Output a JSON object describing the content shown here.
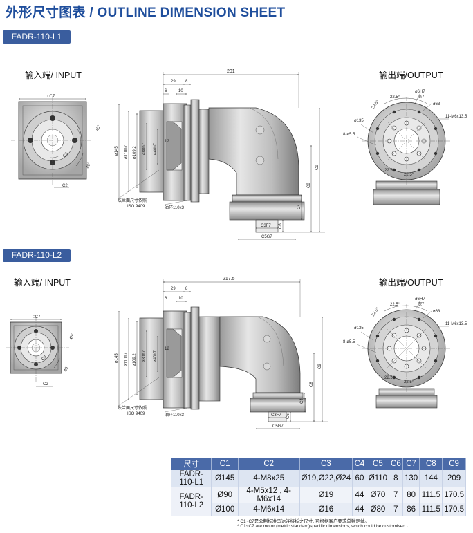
{
  "page": {
    "title": "外形尺寸图表 / OUTLINE DIMENSION SHEET"
  },
  "section1": {
    "tag": "FADR-110-L1",
    "input_label": "输入端/ INPUT",
    "output_label": "输出端/OUTPUT",
    "input_view": {
      "c7": "□C7",
      "c3": "C3",
      "c2": "C2",
      "a45": "45°",
      "a45b": "45°"
    },
    "side_view": {
      "d201": "201",
      "d29": "29",
      "d8": "8",
      "d6": "6",
      "d10": "10",
      "d145": "ø145",
      "d110": "ø110h7",
      "d109": "ø109.2",
      "d80": "ø80h7",
      "d40": "ø40h7",
      "d12": "12",
      "c9": "C9",
      "c8": "C8",
      "c4": "C4",
      "c6": "C6",
      "c3f": "C3F7",
      "c5": "C5G7",
      "flange_note1": "法兰面尺寸依照",
      "flange_note2": "ISO 9409",
      "oring": "油环110x3"
    },
    "output_view": {
      "a225a": "22.5°",
      "a225b": "22.5°",
      "a225c": "22.5°",
      "a225d": "22.5°",
      "d6h": "ø6H7",
      "depth": "深7",
      "d63": "ø63",
      "d135": "ø135",
      "holes": "8-ø5.5",
      "thread": "11-M6x13.5"
    }
  },
  "section2": {
    "tag": "FADR-110-L2",
    "input_label": "输入端/ INPUT",
    "output_label": "输出端/OUTPUT",
    "input_view": {
      "c7": "□C7",
      "c3": "C3",
      "c2": "C2",
      "a45": "45°",
      "a45b": "45°"
    },
    "side_view": {
      "d201": "217.5",
      "d29": "29",
      "d8": "8",
      "d6": "6",
      "d10": "10",
      "d145": "ø145",
      "d110": "ø110h7",
      "d109": "ø109.2",
      "d80": "ø80h7",
      "d40": "ø40h7",
      "d12": "12",
      "c9": "C9",
      "c8": "C8",
      "c4": "C4",
      "c6": "C6",
      "c3f": "C3F7",
      "c5": "C5G7",
      "flange_note1": "法兰面尺寸依照",
      "flange_note2": "ISO 9409",
      "oring": "油环110x3"
    },
    "output_view": {
      "a225a": "22.5°",
      "a225b": "22.5°",
      "a225c": "22.5°",
      "a225d": "22.5°",
      "d6h": "ø6H7",
      "depth": "深7",
      "d63": "ø63",
      "d135": "ø135",
      "holes": "8-ø5.5",
      "thread": "11-M6x13.5"
    }
  },
  "table": {
    "headers": [
      "尺寸",
      "C1",
      "C2",
      "C3",
      "C4",
      "C5",
      "C6",
      "C7",
      "C8",
      "C9"
    ],
    "row1": {
      "model": "FADR-110-L1",
      "c1": "Ø145",
      "c2": "4-M8x25",
      "c3": "Ø19,Ø22,Ø24",
      "c4": "60",
      "c5": "Ø110",
      "c6": "8",
      "c7": "130",
      "c8": "144",
      "c9": "209"
    },
    "row2": {
      "model": "FADR-110-L2",
      "c1": "Ø90",
      "c2": "4-M5x12 , 4-M6x14",
      "c3": "Ø19",
      "c4": "44",
      "c5": "Ø70",
      "c6": "7",
      "c7": "80",
      "c8": "111.5",
      "c9": "170.5"
    },
    "row3": {
      "c1": "Ø100",
      "c2": "4-M6x14",
      "c3": "Ø16",
      "c4": "44",
      "c5": "Ø80",
      "c6": "7",
      "c7": "86",
      "c8": "111.5",
      "c9": "170.5"
    }
  },
  "notes": {
    "cn": "* C1~C7是公制标准马达连接板之尺寸, 可根据客户要求单独定做。",
    "en": "* C1~C7 are motor (metric standard)specific dimensions, which could be customised ·"
  },
  "colors": {
    "title": "#1f4e9c",
    "tag": "#3a5d9e",
    "table_header": "#4a6aa8"
  }
}
